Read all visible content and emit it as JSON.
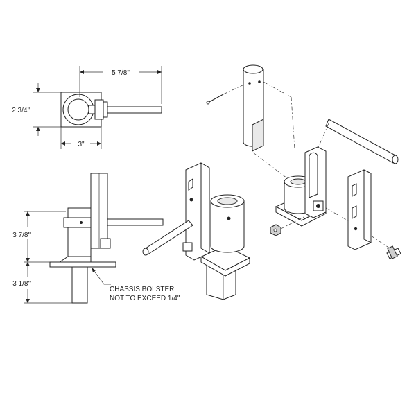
{
  "dimensions": {
    "top_width": "5 7/8\"",
    "top_height": "2 3/4\"",
    "top_base": "3\"",
    "side_upper": "3 7/8\"",
    "side_lower": "3 1/8\""
  },
  "notes": {
    "bolster_line1": "CHASSIS BOLSTER",
    "bolster_line2": "NOT TO EXCEED 1/4\""
  }
}
